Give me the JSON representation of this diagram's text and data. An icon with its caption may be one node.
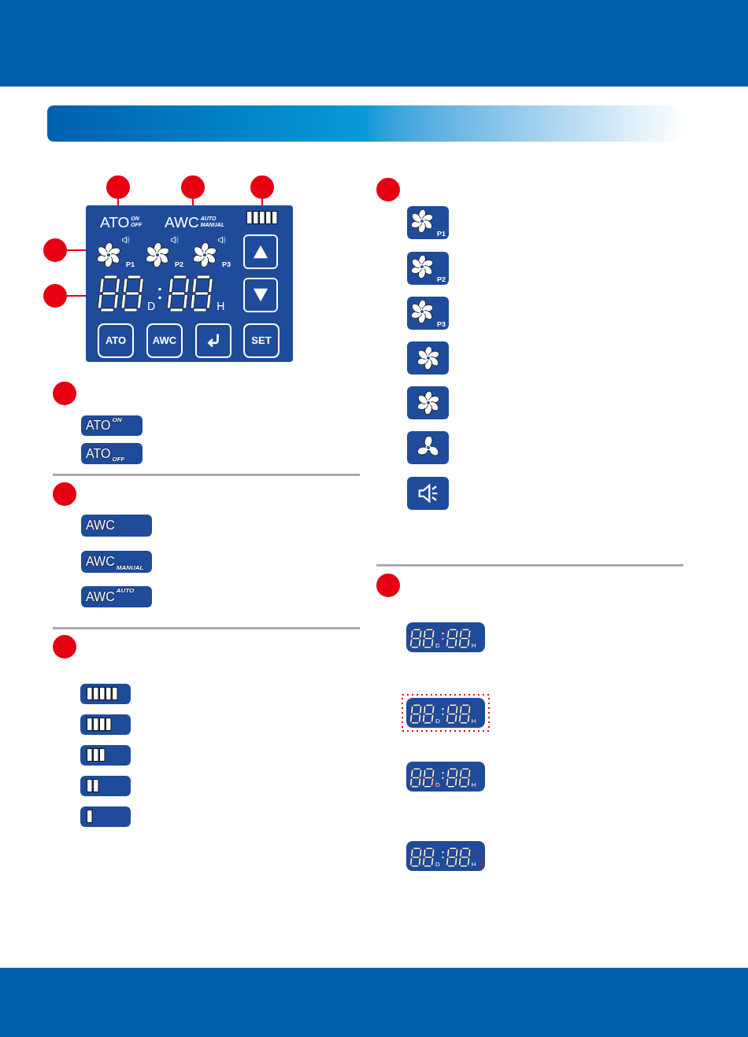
{
  "diagram": {
    "nodes": [
      {
        "text": [],
        "shape": "box"
      },
      {
        "text": [
          "ATO",
          "ON",
          "OFF"
        ],
        "in": 0
      },
      {
        "text": [
          "AWC",
          "AUTO",
          "MANUAL"
        ],
        "in": 0
      },
      {
        "text": [],
        "shape": "bar",
        "in": 0
      },
      {
        "text": [
          "P1"
        ],
        "in": 0
      },
      {
        "text": [
          "P2"
        ],
        "in": 0
      },
      {
        "text": [
          "P3"
        ],
        "in": 0
      },
      {
        "text": [],
        "shape": "box",
        "in": 0
      },
      {
        "text": [
          "D",
          "H"
        ],
        "in": 0
      },
      {
        "text": [],
        "shape": "box",
        "in": 0
      },
      {
        "text": [
          "ATO"
        ],
        "in": 0
      },
      {
        "text": [
          "AWC"
        ],
        "in": 0
      },
      {
        "text": [],
        "shape": "box",
        "in": 0
      },
      {
        "text": [
          "SET"
        ],
        "in": 0
      },
      {
        "text": [],
        "shape": "circle"
      },
      {
        "text": [],
        "shape": "circle"
      },
      {
        "text": [],
        "shape": "circle"
      },
      {
        "text": [],
        "shape": "circle"
      },
      {
        "text": [],
        "shape": "circle"
      },
      {
        "text": [],
        "shape": "circle"
      },
      {
        "text": [
          "ATO",
          "ON"
        ]
      },
      {
        "text": [
          "ATO",
          "OFF"
        ]
      },
      {
        "text": [],
        "shape": "circle"
      },
      {
        "text": [
          "AWC"
        ]
      },
      {
        "text": [
          "AWC",
          "MANUAL"
        ]
      },
      {
        "text": [
          "AWC",
          "AUTO"
        ]
      },
      {
        "text": [],
        "shape": "circle"
      },
      {
        "text": [],
        "shape": "box"
      },
      {
        "text": [],
        "shape": "box"
      },
      {
        "text": [],
        "shape": "box"
      },
      {
        "text": [],
        "shape": "box"
      },
      {
        "text": [],
        "shape": "box"
      },
      {
        "text": [],
        "shape": "circle"
      },
      {
        "text": [
          "P1"
        ]
      },
      {
        "text": [
          "P2"
        ]
      },
      {
        "text": [
          "P3"
        ]
      },
      {
        "text": [],
        "shape": "box"
      },
      {
        "text": [],
        "shape": "box"
      },
      {
        "text": [],
        "shape": "box"
      },
      {
        "text": [],
        "shape": "box"
      },
      {
        "text": [],
        "shape": "circle"
      },
      {
        "text": [
          "D",
          "H"
        ]
      },
      {
        "text": [
          "D",
          "H"
        ]
      },
      {
        "text": [
          "D",
          "H"
        ]
      },
      {
        "text": [
          "D",
          "H"
        ]
      },
      {
        "text": [],
        "shape": "bar"
      }
    ],
    "edges": [
      {
        "from": 14,
        "to": 1,
        "arrow": "none"
      },
      {
        "from": 15,
        "to": 2,
        "arrow": "none"
      },
      {
        "from": 16,
        "to": 3,
        "arrow": "none"
      },
      {
        "from": 17,
        "to": 4,
        "arrow": "none"
      },
      {
        "from": 18,
        "to": 8,
        "arrow": "none"
      }
    ]
  }
}
